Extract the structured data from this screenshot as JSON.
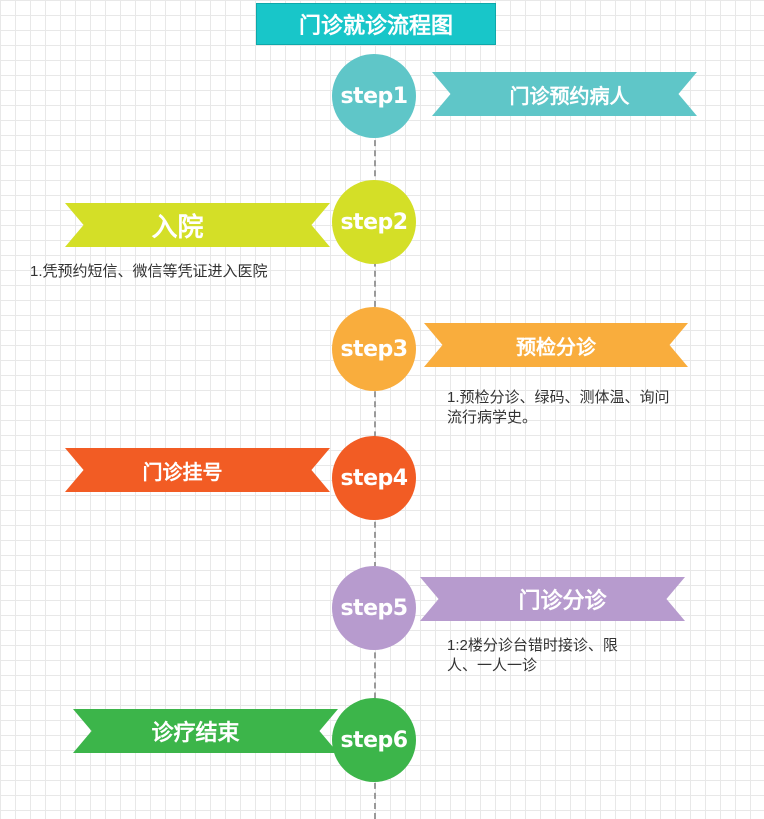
{
  "title": "门诊就诊流程图",
  "steps": [
    {
      "label": "step1",
      "color": "#5fc6c8",
      "ribbon_text": "门诊预约病人",
      "ribbon_color": "#5fc6c8",
      "note": ""
    },
    {
      "label": "step2",
      "color": "#d4df27",
      "ribbon_text": "入院",
      "ribbon_color": "#d4df27",
      "note": "1.凭预约短信、微信等凭证进入医院"
    },
    {
      "label": "step3",
      "color": "#f9ad3d",
      "ribbon_text": "预检分诊",
      "ribbon_color": "#f9ad3d",
      "note_line1": "1.预检分诊、绿码、测体温、询问",
      "note_line2": "流行病学史。"
    },
    {
      "label": "step4",
      "color": "#f25c24",
      "ribbon_text": "门诊挂号",
      "ribbon_color": "#f25c24",
      "note": ""
    },
    {
      "label": "step5",
      "color": "#b79bce",
      "ribbon_text": "门诊分诊",
      "ribbon_color": "#b79bce",
      "note_line1": "1:2楼分诊台错时接诊、限",
      "note_line2": "人、一人一诊"
    },
    {
      "label": "step6",
      "color": "#3cb54a",
      "ribbon_text": "诊疗结束",
      "ribbon_color": "#3cb54a",
      "note": ""
    }
  ]
}
